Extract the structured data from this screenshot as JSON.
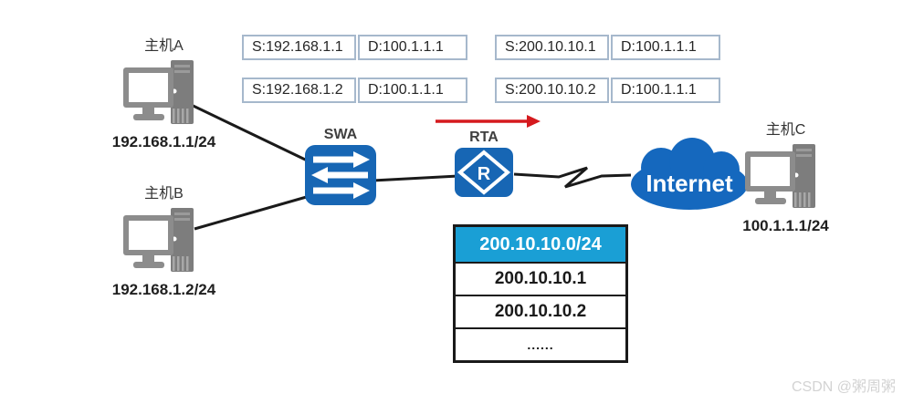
{
  "hosts": {
    "a": {
      "name": "主机A",
      "ip": "192.168.1.1/24"
    },
    "b": {
      "name": "主机B",
      "ip": "192.168.1.2/24"
    },
    "c": {
      "name": "主机C",
      "ip": "100.1.1.1/24"
    }
  },
  "devices": {
    "switch_label": "SWA",
    "router_label": "RTA",
    "router_icon_letter": "R",
    "internet_label": "Internet"
  },
  "packets": {
    "private": [
      {
        "src": "S:192.168.1.1",
        "dst": "D:100.1.1.1"
      },
      {
        "src": "S:192.168.1.2",
        "dst": "D:100.1.1.1"
      }
    ],
    "public": [
      {
        "src": "S:200.10.10.1",
        "dst": "D:100.1.1.1"
      },
      {
        "src": "S:200.10.10.2",
        "dst": "D:100.1.1.1"
      }
    ]
  },
  "nat_pool": {
    "header": "200.10.10.0/24",
    "rows": [
      "200.10.10.1",
      "200.10.10.2",
      "......"
    ]
  },
  "watermark": "CSDN @粥周粥",
  "colors": {
    "device_blue": "#1766B4",
    "cloud_blue": "#1568BE",
    "pool_header_bg": "#1A9FD5",
    "arrow_red": "#D51A1E",
    "icon_gray": "#8C8C8C",
    "wire_black": "#1a1a1a"
  }
}
